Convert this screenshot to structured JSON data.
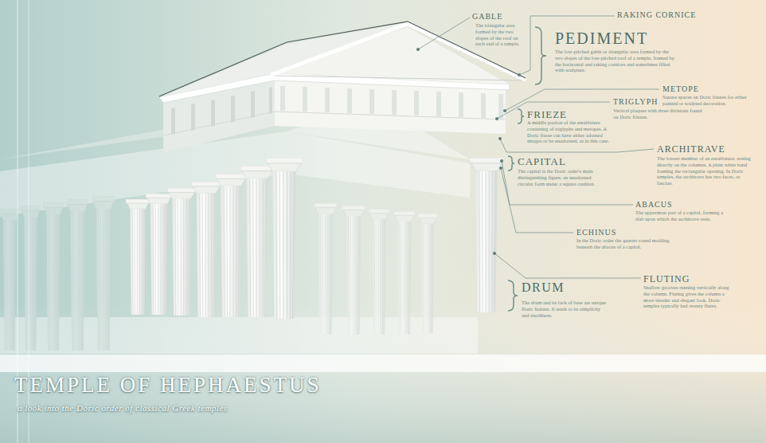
{
  "diagram": {
    "title": "TEMPLE OF HEPHAESTUS",
    "caption": "a look into the Doric order of classical Greek temples",
    "labels": [
      "GABLE",
      "The triangular area formed by the two slopes of the roof on each end of a temple.",
      "RAKING CORNICE",
      "PEDIMENT",
      "The low-pitched gable or triangular area formed by the two slopes of the low-pitched roof of a temple, framed by the horizontal and raking cornices and sometimes filled with sculpture.",
      "METOPE",
      "Square spaces on Doric friezes for either painted or sculpted decoration.",
      "TRIGLYPH",
      "Vertical plaques with three divisions found on Doric friezes.",
      "FRIEZE",
      "A middle portion of the entablature consisting of triglyphs and metopes. A Doric frieze can have either adorned images or be unadorned, as in this case.",
      "ARCHITRAVE",
      "The lowest member of an entablature, resting directly on the columns. A plain white band framing the rectangular opening. In Doric temples, the architrave has two faces, or fasciae.",
      "CAPITAL",
      "The capital is the Doric order's main distinguishing figure, an unadorned circular form under a square cushion.",
      "ABACUS",
      "The uppermost part of a capital, forming a slab upon which the architrave rests.",
      "ECHINUS",
      "In the Doric order the quarter round molding beneath the abacus of a capital.",
      "FLUTING",
      "Shallow grooves running vertically along the column. Fluting gives the column a more slender and elegant look. Doric temples typically had twenty flutes.",
      "DRUM",
      "The drum and its lack of base are unique Doric feature. It tends to its simplicity and sturdiness."
    ]
  }
}
